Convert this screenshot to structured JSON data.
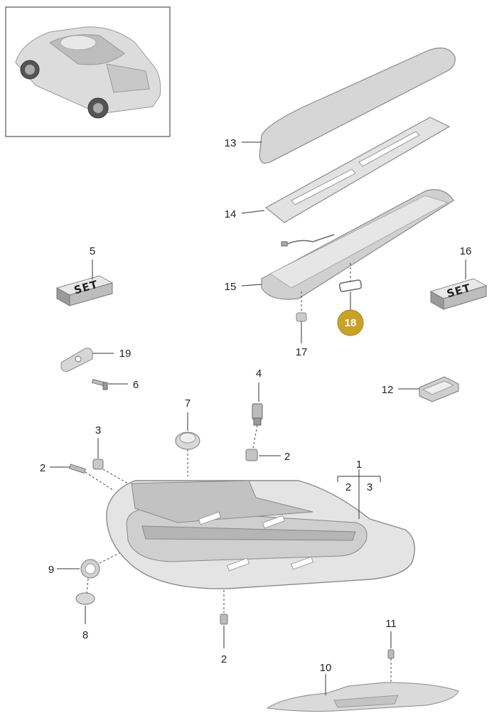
{
  "diagram": {
    "set_label": "SET",
    "parts": [
      {
        "id": "n13",
        "text": "13"
      },
      {
        "id": "n14",
        "text": "14"
      },
      {
        "id": "n15",
        "text": "15"
      },
      {
        "id": "n5",
        "text": "5"
      },
      {
        "id": "n16",
        "text": "16"
      },
      {
        "id": "n17",
        "text": "17"
      },
      {
        "id": "n18",
        "text": "18"
      },
      {
        "id": "n19",
        "text": "19"
      },
      {
        "id": "n6",
        "text": "6"
      },
      {
        "id": "n4",
        "text": "4"
      },
      {
        "id": "n12",
        "text": "12"
      },
      {
        "id": "n7",
        "text": "7"
      },
      {
        "id": "n3",
        "text": "3"
      },
      {
        "id": "n2a",
        "text": "2"
      },
      {
        "id": "n2b",
        "text": "2"
      },
      {
        "id": "n1",
        "text": "1"
      },
      {
        "id": "n1s2",
        "text": "2"
      },
      {
        "id": "n1s3",
        "text": "3"
      },
      {
        "id": "n9",
        "text": "9"
      },
      {
        "id": "n8",
        "text": "8"
      },
      {
        "id": "n2c",
        "text": "2"
      },
      {
        "id": "n11",
        "text": "11"
      },
      {
        "id": "n10",
        "text": "10"
      }
    ],
    "badge_color": "#c9a227"
  }
}
